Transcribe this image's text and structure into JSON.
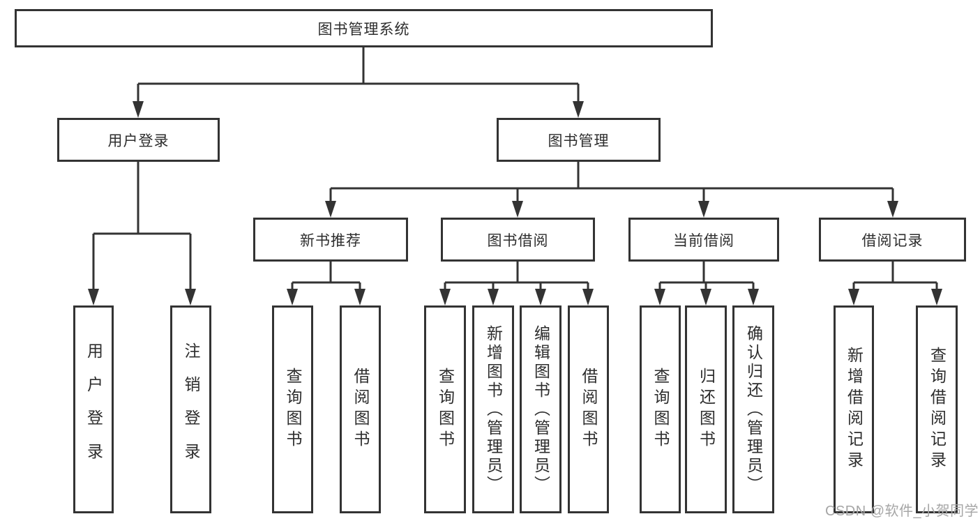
{
  "diagram_type": "function-structure-tree",
  "colors": {
    "line": "#333333",
    "border": "#333333",
    "text": "#2d2d2d",
    "watermark": "#a6a6a6",
    "background": "#ffffff"
  },
  "watermark": "CSDN @软件_小贺同学",
  "tree": {
    "root": {
      "label": "图书管理系统",
      "children": [
        {
          "label": "用户登录",
          "children": [
            {
              "label": "用户登录"
            },
            {
              "label": "注销登录"
            }
          ]
        },
        {
          "label": "图书管理",
          "children": [
            {
              "label": "新书推荐",
              "children": [
                {
                  "label": "查询图书"
                },
                {
                  "label": "借阅图书"
                }
              ]
            },
            {
              "label": "图书借阅",
              "children": [
                {
                  "label": "查询图书"
                },
                {
                  "label": "新增图书（管理员）"
                },
                {
                  "label": "编辑图书（管理员）"
                },
                {
                  "label": "借阅图书"
                }
              ]
            },
            {
              "label": "当前借阅",
              "children": [
                {
                  "label": "查询图书"
                },
                {
                  "label": "归还图书"
                },
                {
                  "label": "确认归还（管理员）"
                }
              ]
            },
            {
              "label": "借阅记录",
              "children": [
                {
                  "label": "新增借阅记录"
                },
                {
                  "label": "查询借阅记录"
                }
              ]
            }
          ]
        }
      ]
    }
  }
}
